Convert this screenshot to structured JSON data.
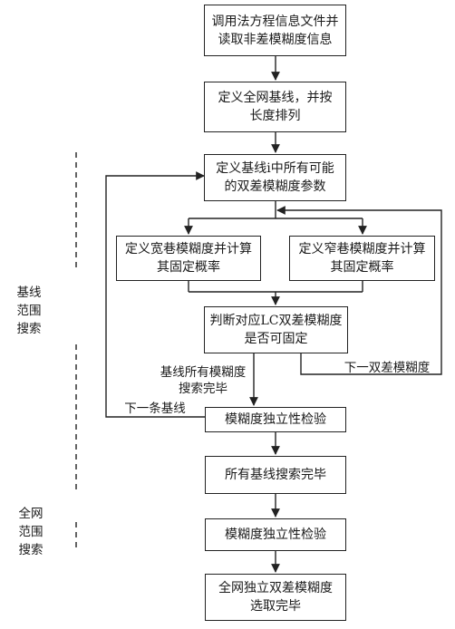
{
  "diagram": {
    "nodes": {
      "n1": "调用法方程信息文件并\n读取非差模糊度信息",
      "n2": "定义全网基线，并按\n长度排列",
      "n3": "定义基线i中所有可能\n的双差模糊度参数",
      "n4a": "定义宽巷模糊度并计算\n其固定概率",
      "n4b": "定义窄巷模糊度并计算\n其固定概率",
      "n5": "判断对应LC双差模糊度\n是否可固定",
      "n6": "模糊度独立性检验",
      "n7": "所有基线搜索完毕",
      "n8": "模糊度独立性检验",
      "n9": "全网独立双差模糊度\n选取完毕"
    },
    "edge_labels": {
      "baseline_done": "基线所有模糊度\n搜索完毕",
      "next_baseline": "下一条基线",
      "next_dd": "下一双差模糊度"
    },
    "side_labels": {
      "baseline_search": "基线\n范围\n搜索",
      "network_search": "全网\n范围\n搜索"
    }
  }
}
